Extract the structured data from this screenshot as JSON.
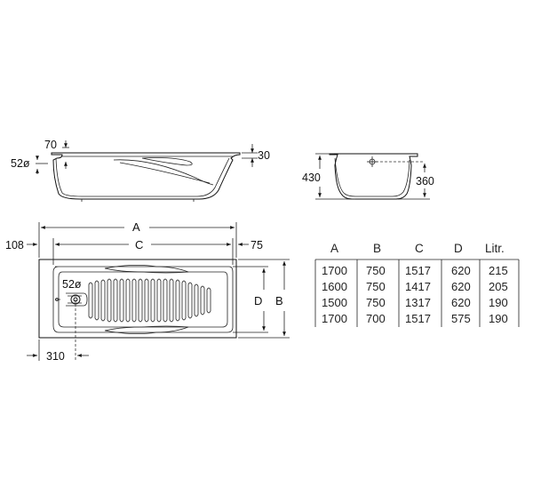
{
  "side_view": {
    "labels": {
      "drain_diam": "52ø",
      "rim_70": "70",
      "rim_30": "30"
    }
  },
  "end_view": {
    "labels": {
      "height_430": "430",
      "height_360": "360"
    }
  },
  "plan_view": {
    "labels": {
      "A": "A",
      "B": "B",
      "C": "C",
      "D": "D",
      "left_108": "108",
      "right_75": "75",
      "drain_310": "310",
      "drain_diam": "52ø"
    }
  },
  "table": {
    "headers": [
      "A",
      "B",
      "C",
      "D",
      "Litr."
    ],
    "rows": [
      [
        "1700",
        "750",
        "1517",
        "620",
        "215"
      ],
      [
        "1600",
        "750",
        "1417",
        "620",
        "205"
      ],
      [
        "1500",
        "750",
        "1317",
        "620",
        "190"
      ],
      [
        "1700",
        "700",
        "1517",
        "575",
        "190"
      ]
    ]
  }
}
